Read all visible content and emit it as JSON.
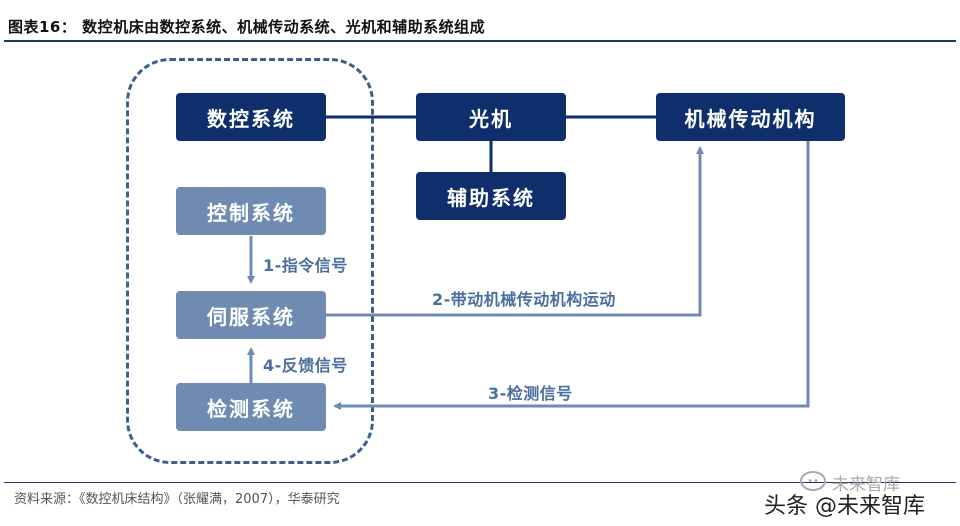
{
  "title": "图表16：  数控机床由数控系统、机械传动系统、光机和辅助系统组成",
  "source": "资料来源：《数控机床结构》（张耀满，2007），华泰研究",
  "boxes": {
    "cnc": "数控系统",
    "optical": "光机",
    "mechanical": "机械传动机构",
    "auxiliary": "辅助系统",
    "control": "控制系统",
    "servo": "伺服系统",
    "detection": "检测系统"
  },
  "labels": {
    "l1": "1-指令信号",
    "l2": "2-带动机械传动机构运动",
    "l3": "3-检测信号",
    "l4": "4-反馈信号"
  },
  "watermark": {
    "small": "未来智库",
    "big": "头条 @未来智库"
  }
}
